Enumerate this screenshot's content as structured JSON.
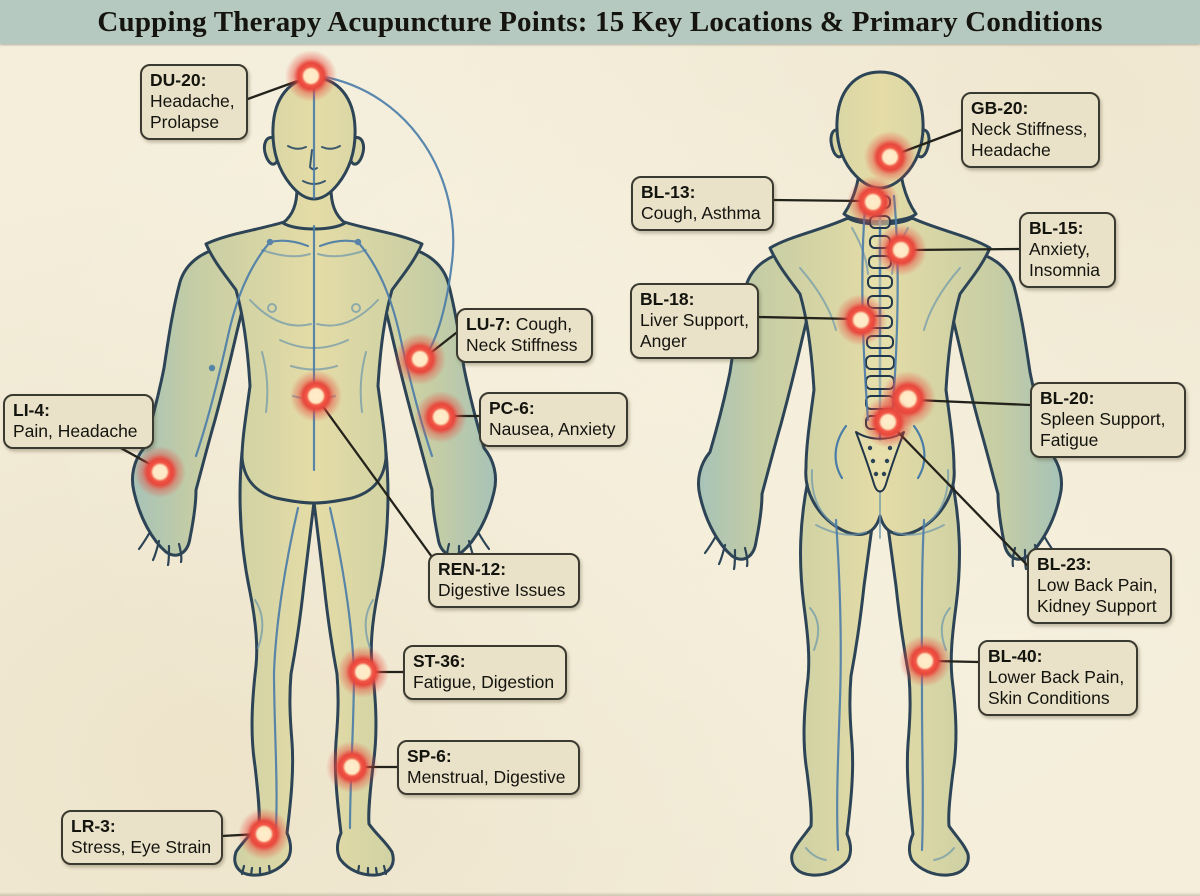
{
  "title": "Cupping Therapy Acupuncture Points: 15 Key Locations & Primary Conditions",
  "colors": {
    "background": "#f4eedb",
    "title_band": "#b6c9c1",
    "label_background": "#eae2c8",
    "label_border": "#3b3a30",
    "point_red": "#e8473c",
    "point_center": "#ffeccb",
    "body_outline": "#2c4456",
    "meridian_blue": "#4a7ca8"
  },
  "front_points": [
    {
      "code": "DU-20:",
      "conditions": "Headache, Prolapse"
    },
    {
      "code": "LU-7:",
      "conditions": "Cough, Neck Stiffness"
    },
    {
      "code": "LI-4:",
      "conditions": "Pain, Headache"
    },
    {
      "code": "PC-6:",
      "conditions": "Nausea, Anxiety"
    },
    {
      "code": "REN-12:",
      "conditions": "Digestive Issues"
    },
    {
      "code": "ST-36:",
      "conditions": "Fatigue, Digestion"
    },
    {
      "code": "SP-6:",
      "conditions": "Menstrual, Digestive"
    },
    {
      "code": "LR-3:",
      "conditions": "Stress, Eye Strain"
    }
  ],
  "back_points": [
    {
      "code": "GB-20:",
      "conditions": "Neck Stiffness, Headache"
    },
    {
      "code": "BL-13:",
      "conditions": "Cough, Asthma"
    },
    {
      "code": "BL-15:",
      "conditions": "Anxiety, Insomnia"
    },
    {
      "code": "BL-18:",
      "conditions": "Liver Support, Anger"
    },
    {
      "code": "BL-20:",
      "conditions": "Spleen Support, Fatigue"
    },
    {
      "code": "BL-23:",
      "conditions": "Low Back Pain, Kidney Support"
    },
    {
      "code": "BL-40:",
      "conditions": "Lower Back Pain, Skin Conditions"
    }
  ]
}
